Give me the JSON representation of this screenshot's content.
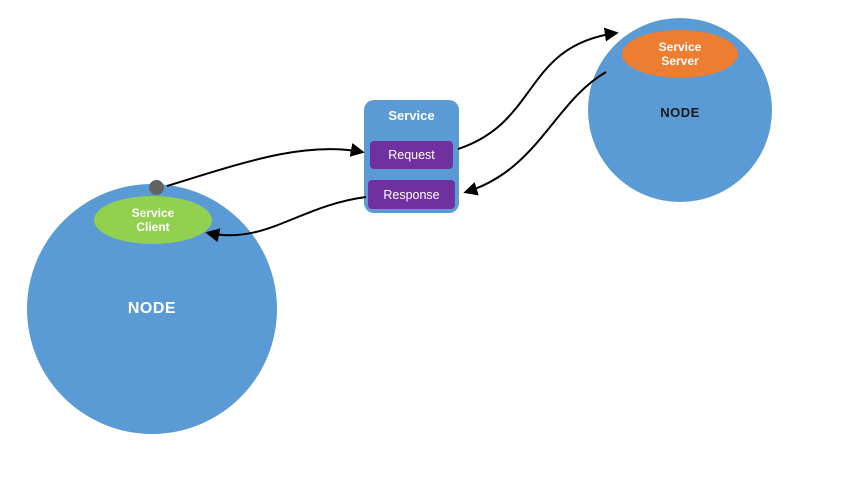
{
  "diagram": {
    "background": "#ffffff",
    "left_node": {
      "label": "NODE"
    },
    "right_node": {
      "label": "NODE"
    },
    "service_client": {
      "line1": "Service",
      "line2": "Client"
    },
    "service_server": {
      "line1": "Service",
      "line2": "Server"
    },
    "service_box": {
      "title": "Service",
      "request_label": "Request",
      "response_label": "Response"
    },
    "colors": {
      "node_fill": "#5b9bd5",
      "client_fill": "#92d050",
      "server_fill": "#ed7d31",
      "request_fill": "#7030a0",
      "response_fill": "#7030a0",
      "service_box_fill": "#5b9bd5",
      "arrow": "#000000",
      "connection_dot": "#636363",
      "node_label_left": "#ffffff",
      "node_label_right": "#1a1a1a"
    }
  }
}
